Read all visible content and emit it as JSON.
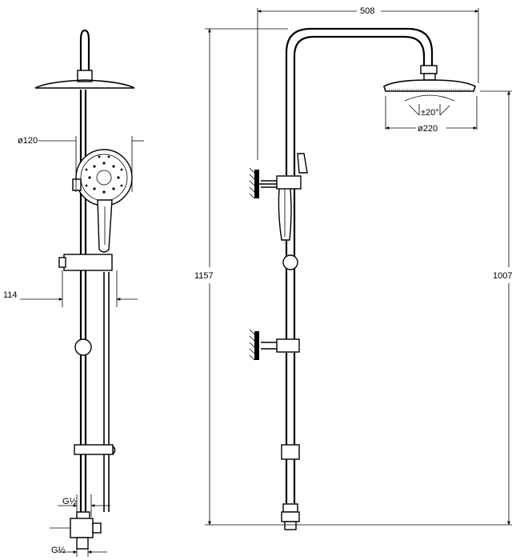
{
  "drawing": {
    "dimensions": {
      "overall_width": "508",
      "overall_height": "1157",
      "head_height": "1007",
      "head_diameter": "ø220",
      "tilt_angle": "±20°",
      "hand_shower_diameter": "ø120",
      "rail_offset": "114",
      "inlet_top": "G½",
      "inlet_bottom": "G½"
    }
  }
}
